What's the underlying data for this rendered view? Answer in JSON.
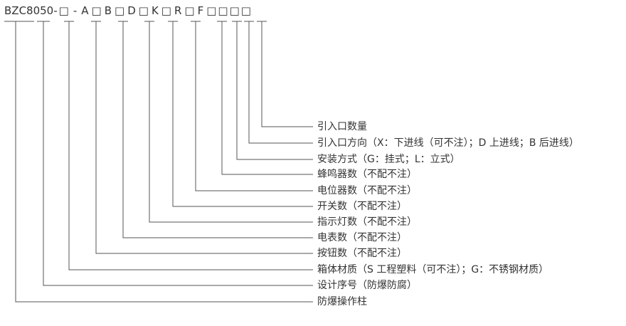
{
  "model_code": {
    "prefix": "BZC8050-",
    "parts": [
      "□",
      "-",
      "A",
      "□",
      "B",
      "□",
      "D",
      "□",
      "K",
      "□",
      "R",
      "□",
      "F",
      "□",
      "□",
      "□",
      "□"
    ]
  },
  "legend": [
    "引入口数量",
    "引入口方向（X：下进线（可不注）；D 上进线；B 后进线）",
    "安装方式（G：挂式；L：立式）",
    "蜂鸣器数（不配不注）",
    "电位器数（不配不注）",
    "开关数（不配不注）",
    "指示灯数（不配不注）",
    "电表数（不配不注）",
    "按钮数（不配不注）",
    "箱体材质（S 工程塑料（可不注）；G：不锈钢材质）",
    "设计序号（防爆防腐）",
    "防爆操作柱"
  ],
  "colors": {
    "text": "#333333",
    "line": "#555555"
  }
}
